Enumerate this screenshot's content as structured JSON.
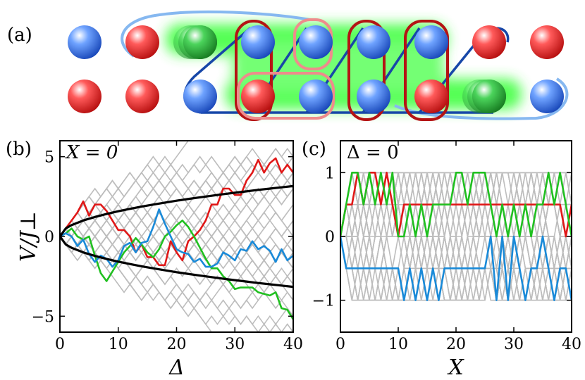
{
  "panels": {
    "a": {
      "label": "(a)"
    },
    "b": {
      "label": "(b)",
      "annotation": "X = 0",
      "ylabel": "V/J⊥",
      "xlabel": "Δ"
    },
    "c": {
      "label": "(c)",
      "annotation": "Δ = 0",
      "xlabel": "X"
    }
  },
  "colors": {
    "blue_sphere": "#1f5fd6",
    "red_sphere": "#d21c1c",
    "green_sphere": "#1f9a2a",
    "chain_dark_blue": "#1747a8",
    "chain_light_blue": "#86b8f0",
    "box_dark_red": "#b41414",
    "box_light_red": "#ee8c8c",
    "glow": "#39ff39",
    "gray_traces": "#bdbdbd",
    "red": "#e01818",
    "green": "#20c020",
    "blue": "#1a8ad8",
    "black": "#000000"
  },
  "lattice": {
    "top": [
      "blue",
      "red",
      "green",
      "blue",
      "blue",
      "blue",
      "blue",
      "red",
      "red"
    ],
    "bottom": [
      "red",
      "red",
      "blue",
      "red",
      "blue",
      "blue",
      "red",
      "green",
      "blue"
    ]
  },
  "chart_data": [
    {
      "panel": "b",
      "type": "line",
      "xlabel": "Δ",
      "ylabel": "V/J⊥",
      "xlim": [
        0,
        40
      ],
      "ylim": [
        -6,
        6
      ],
      "xticks": [
        0,
        10,
        20,
        30,
        40
      ],
      "yticks": [
        -5,
        0,
        5
      ],
      "grid": false,
      "series": [
        {
          "color": "red",
          "x": [
            0,
            1,
            2,
            3,
            4,
            5,
            6,
            7,
            8,
            9,
            10,
            11,
            12,
            13,
            14,
            15,
            16,
            17,
            18,
            19,
            20,
            21,
            22,
            23,
            24,
            25,
            26,
            27,
            28,
            29,
            30,
            31,
            32,
            33,
            34,
            35,
            36,
            37,
            38,
            39,
            40
          ],
          "values": [
            0,
            0.5,
            1.0,
            1.5,
            2.2,
            1.3,
            2.0,
            2.0,
            1.6,
            1.0,
            0.4,
            0.4,
            0.0,
            -1.0,
            -0.5,
            -1.3,
            -1.3,
            -1.8,
            -1.8,
            -0.3,
            -1.0,
            -1.5,
            -0.3,
            0.0,
            0.4,
            1.0,
            2.0,
            2.0,
            3.0,
            3.0,
            2.6,
            2.6,
            3.5,
            4.0,
            4.8,
            4.0,
            4.6,
            4.9,
            4.0,
            4.5,
            4.0
          ]
        },
        {
          "color": "green",
          "x": [
            0,
            1,
            2,
            3,
            4,
            5,
            6,
            7,
            8,
            9,
            10,
            11,
            12,
            13,
            14,
            15,
            16,
            17,
            18,
            19,
            20,
            21,
            22,
            23,
            24,
            25,
            26,
            27,
            28,
            29,
            30,
            31,
            32,
            33,
            34,
            35,
            36,
            37,
            38,
            39,
            40
          ],
          "values": [
            0,
            0.2,
            0.5,
            0.0,
            -0.2,
            0.0,
            -1.2,
            -2.3,
            -2.8,
            -2.2,
            -1.6,
            -1.0,
            -0.6,
            -0.1,
            -0.5,
            -1.0,
            -1.3,
            -0.8,
            0.0,
            0.3,
            0.7,
            1.0,
            0.6,
            0.0,
            -0.7,
            -1.4,
            -2.0,
            -2.0,
            -2.5,
            -2.8,
            -3.3,
            -3.2,
            -3.2,
            -3.2,
            -3.5,
            -3.6,
            -3.7,
            -3.5,
            -4.5,
            -4.6,
            -5.2
          ]
        },
        {
          "color": "blue",
          "x": [
            0,
            1,
            2,
            3,
            4,
            5,
            6,
            7,
            8,
            9,
            10,
            11,
            12,
            13,
            14,
            15,
            16,
            17,
            18,
            19,
            20,
            21,
            22,
            23,
            24,
            25,
            26,
            27,
            28,
            29,
            30,
            31,
            32,
            33,
            34,
            35,
            36,
            37,
            38,
            39,
            40
          ],
          "values": [
            0,
            0.2,
            0.0,
            -0.6,
            -0.2,
            -1.1,
            -1.6,
            -1.2,
            -1.4,
            -1.9,
            -1.5,
            -0.6,
            -0.4,
            -1.0,
            -0.4,
            -0.3,
            0.6,
            1.7,
            0.8,
            0.0,
            -0.8,
            -1.0,
            -1.1,
            -1.6,
            -1.4,
            -1.9,
            -1.9,
            -1.7,
            -1.0,
            -1.2,
            -1.5,
            -0.8,
            -0.9,
            -0.3,
            -0.8,
            -0.6,
            -0.9,
            -1.6,
            -0.8,
            -1.5,
            -1.2
          ]
        },
        {
          "color": "black",
          "x": [
            0,
            1,
            2,
            4,
            6,
            8,
            10,
            12,
            14,
            16,
            18,
            20,
            22,
            24,
            26,
            28,
            30,
            32,
            34,
            36,
            38,
            40
          ],
          "values": [
            0,
            0.5,
            0.71,
            1.0,
            1.22,
            1.41,
            1.58,
            1.73,
            1.87,
            2.0,
            2.12,
            2.24,
            2.35,
            2.45,
            2.55,
            2.65,
            2.74,
            2.83,
            2.92,
            3.0,
            3.08,
            3.16
          ]
        },
        {
          "color": "black",
          "x": [
            0,
            1,
            2,
            4,
            6,
            8,
            10,
            12,
            14,
            16,
            18,
            20,
            22,
            24,
            26,
            28,
            30,
            32,
            34,
            36,
            38,
            40
          ],
          "values": [
            0,
            -0.5,
            -0.71,
            -1.0,
            -1.22,
            -1.41,
            -1.58,
            -1.73,
            -1.87,
            -2.0,
            -2.12,
            -2.24,
            -2.35,
            -2.45,
            -2.55,
            -2.65,
            -2.74,
            -2.83,
            -2.92,
            -3.0,
            -3.08,
            -3.16
          ]
        }
      ],
      "gray_traces": {
        "color": "gray",
        "count": 40,
        "x_range": [
          0,
          40
        ],
        "step_size": 0.5
      }
    },
    {
      "panel": "c",
      "type": "line",
      "xlabel": "X",
      "xlim": [
        0,
        40
      ],
      "ylim": [
        -1.5,
        1.5
      ],
      "xticks": [
        0,
        10,
        20,
        30,
        40
      ],
      "yticks": [
        -1,
        0,
        1
      ],
      "grid": false,
      "series": [
        {
          "color": "red",
          "x": [
            0,
            1,
            2,
            3,
            4,
            5,
            6,
            7,
            8,
            9,
            10,
            11,
            12,
            13,
            14,
            15,
            16,
            17,
            18,
            19,
            20,
            21,
            22,
            23,
            24,
            25,
            26,
            27,
            28,
            29,
            30,
            31,
            32,
            33,
            34,
            35,
            36,
            37,
            38,
            39,
            40
          ],
          "values": [
            0,
            0.5,
            0.5,
            1,
            0.5,
            1,
            1,
            0.5,
            1,
            0.5,
            0,
            0.5,
            0.5,
            0.5,
            0.5,
            0.5,
            0.5,
            0.5,
            0.5,
            0.5,
            0.5,
            0.5,
            0.5,
            0.5,
            0.5,
            0.5,
            0.5,
            0.5,
            0.5,
            0.5,
            0.5,
            0.5,
            0.5,
            0.5,
            0.5,
            0.5,
            0.5,
            0.5,
            0.5,
            0,
            0.5
          ]
        },
        {
          "color": "green",
          "x": [
            0,
            1,
            2,
            3,
            4,
            5,
            6,
            7,
            8,
            9,
            10,
            11,
            12,
            13,
            14,
            15,
            16,
            17,
            18,
            19,
            20,
            21,
            22,
            23,
            24,
            25,
            26,
            27,
            28,
            29,
            30,
            31,
            32,
            33,
            34,
            35,
            36,
            37,
            38,
            39,
            40
          ],
          "values": [
            0,
            0.5,
            1,
            1,
            0.5,
            1,
            0.5,
            1,
            0.5,
            1,
            0,
            0,
            0.5,
            0,
            0.5,
            0,
            0.5,
            0.5,
            0.5,
            0.5,
            1,
            1,
            0.5,
            1,
            1,
            1,
            0.5,
            0,
            0.5,
            0,
            0.5,
            0,
            0.5,
            0,
            0.5,
            0.5,
            1,
            0.5,
            1,
            0.5,
            0
          ]
        },
        {
          "color": "blue",
          "x": [
            0,
            1,
            2,
            3,
            4,
            5,
            6,
            7,
            8,
            9,
            10,
            11,
            12,
            13,
            14,
            15,
            16,
            17,
            18,
            19,
            20,
            21,
            22,
            23,
            24,
            25,
            26,
            27,
            28,
            29,
            30,
            31,
            32,
            33,
            34,
            35,
            36,
            37,
            38,
            39,
            40
          ],
          "values": [
            0,
            -0.5,
            -0.5,
            -0.5,
            -0.5,
            -0.5,
            -0.5,
            -0.5,
            -0.5,
            -0.5,
            -0.5,
            -1,
            -0.5,
            -1,
            -0.5,
            -1,
            -0.5,
            -1,
            -0.5,
            -0.5,
            -0.5,
            -0.5,
            -0.5,
            -0.5,
            -0.5,
            -0.5,
            0,
            -1,
            0,
            -1,
            0,
            -0.5,
            -1,
            -0.5,
            -0.5,
            0,
            -0.5,
            -1,
            -0.5,
            -0.5,
            -1
          ]
        }
      ],
      "gray_traces": {
        "color": "gray",
        "count": 40,
        "x_range": [
          0,
          40
        ],
        "levels": [
          -1,
          -0.5,
          0,
          0.5,
          1
        ]
      }
    }
  ]
}
